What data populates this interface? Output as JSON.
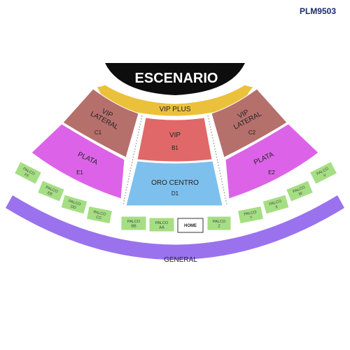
{
  "venue_code": "PLM9503",
  "stage": {
    "label": "ESCENARIO"
  },
  "sections": {
    "vip_plus": {
      "name": "VIP PLUS",
      "color": "#ebc13b"
    },
    "vip_lateral_left": {
      "name_line1": "VIP",
      "name_line2": "LATERAL",
      "code": "C1",
      "color": "#b5706c"
    },
    "vip_lateral_right": {
      "name_line1": "VIP",
      "name_line2": "LATERAL",
      "code": "C2",
      "color": "#b5706c"
    },
    "vip": {
      "name": "VIP",
      "code": "B1",
      "color": "#e06868"
    },
    "oro_centro": {
      "name": "ORO CENTRO",
      "code": "D1",
      "color": "#7dc0ee"
    },
    "plata_left": {
      "name": "PLATA",
      "code": "E1",
      "color": "#dc63e8"
    },
    "plata_right": {
      "name": "PLATA",
      "code": "E2",
      "color": "#dc63e8"
    },
    "general": {
      "name": "GENERAL",
      "color": "#9a72ee"
    }
  },
  "palcos": {
    "color": "#a5de83",
    "left": [
      {
        "l1": "PALCO",
        "l2": "FF"
      },
      {
        "l1": "PALCO",
        "l2": "EE"
      },
      {
        "l1": "PALCO",
        "l2": "DD"
      },
      {
        "l1": "PALCO",
        "l2": "CC"
      }
    ],
    "center": [
      {
        "l1": "PALCO",
        "l2": "BB"
      },
      {
        "l1": "PALCO",
        "l2": "AA"
      },
      {
        "l1": "PALCO",
        "l2": "Z"
      }
    ],
    "right": [
      {
        "l1": "PALCO",
        "l2": "Y"
      },
      {
        "l1": "PALCO",
        "l2": "X"
      },
      {
        "l1": "PALCO",
        "l2": "W"
      },
      {
        "l1": "PALCO",
        "l2": "V"
      }
    ],
    "home_label": "HOME"
  }
}
